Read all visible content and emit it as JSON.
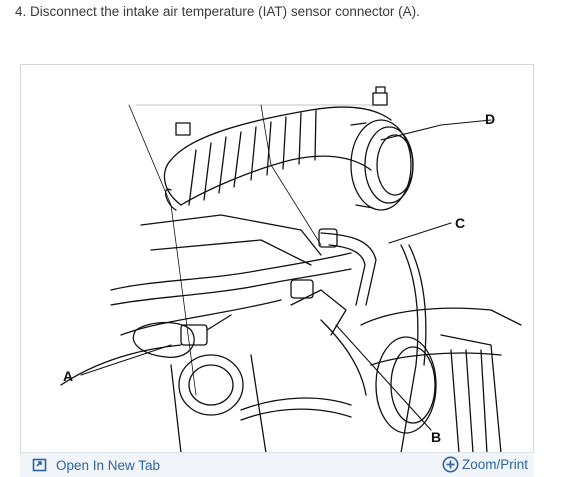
{
  "step": {
    "text": "4. Disconnect the intake air temperature (IAT) sensor connector (A)."
  },
  "figure": {
    "callouts": {
      "a": "A",
      "b": "B",
      "c": "C",
      "d": "D"
    }
  },
  "footer": {
    "open_new_tab_label": "Open In New Tab",
    "open_new_tab_icon": "open-in-new-tab-icon",
    "zoom_print_label": "Zoom/Print",
    "zoom_print_icon": "zoom-plus-icon",
    "link_color": "#2d64a0"
  }
}
